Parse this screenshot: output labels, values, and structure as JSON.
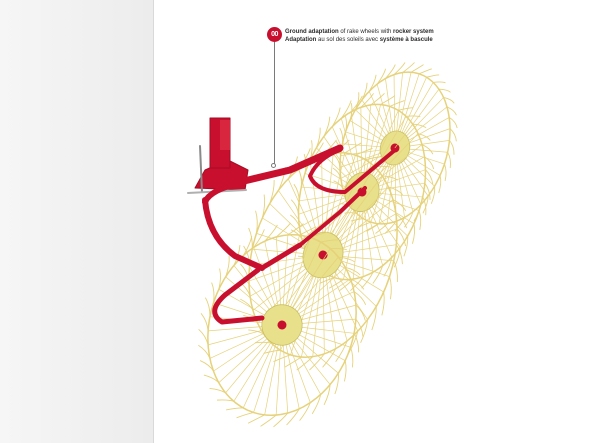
{
  "callout": {
    "badge_text": "00",
    "line1": {
      "bold_a": "Ground adaptation",
      "normal_a": " of rake wheels with ",
      "bold_b": "rocker system"
    },
    "line2": {
      "bold_a": "Adaptation",
      "normal_a": " au sol des soleils avec ",
      "bold_b": "système à bascule"
    }
  },
  "colors": {
    "frame_red": "#c8102e",
    "tine_yellow": "#e6d27a",
    "hub_yellow": "#e8e08a",
    "accent_badge": "#c8102e"
  },
  "illustration": {
    "subject": "wheel rake with four rake wheels on a red frame",
    "wheel_count": 4
  }
}
